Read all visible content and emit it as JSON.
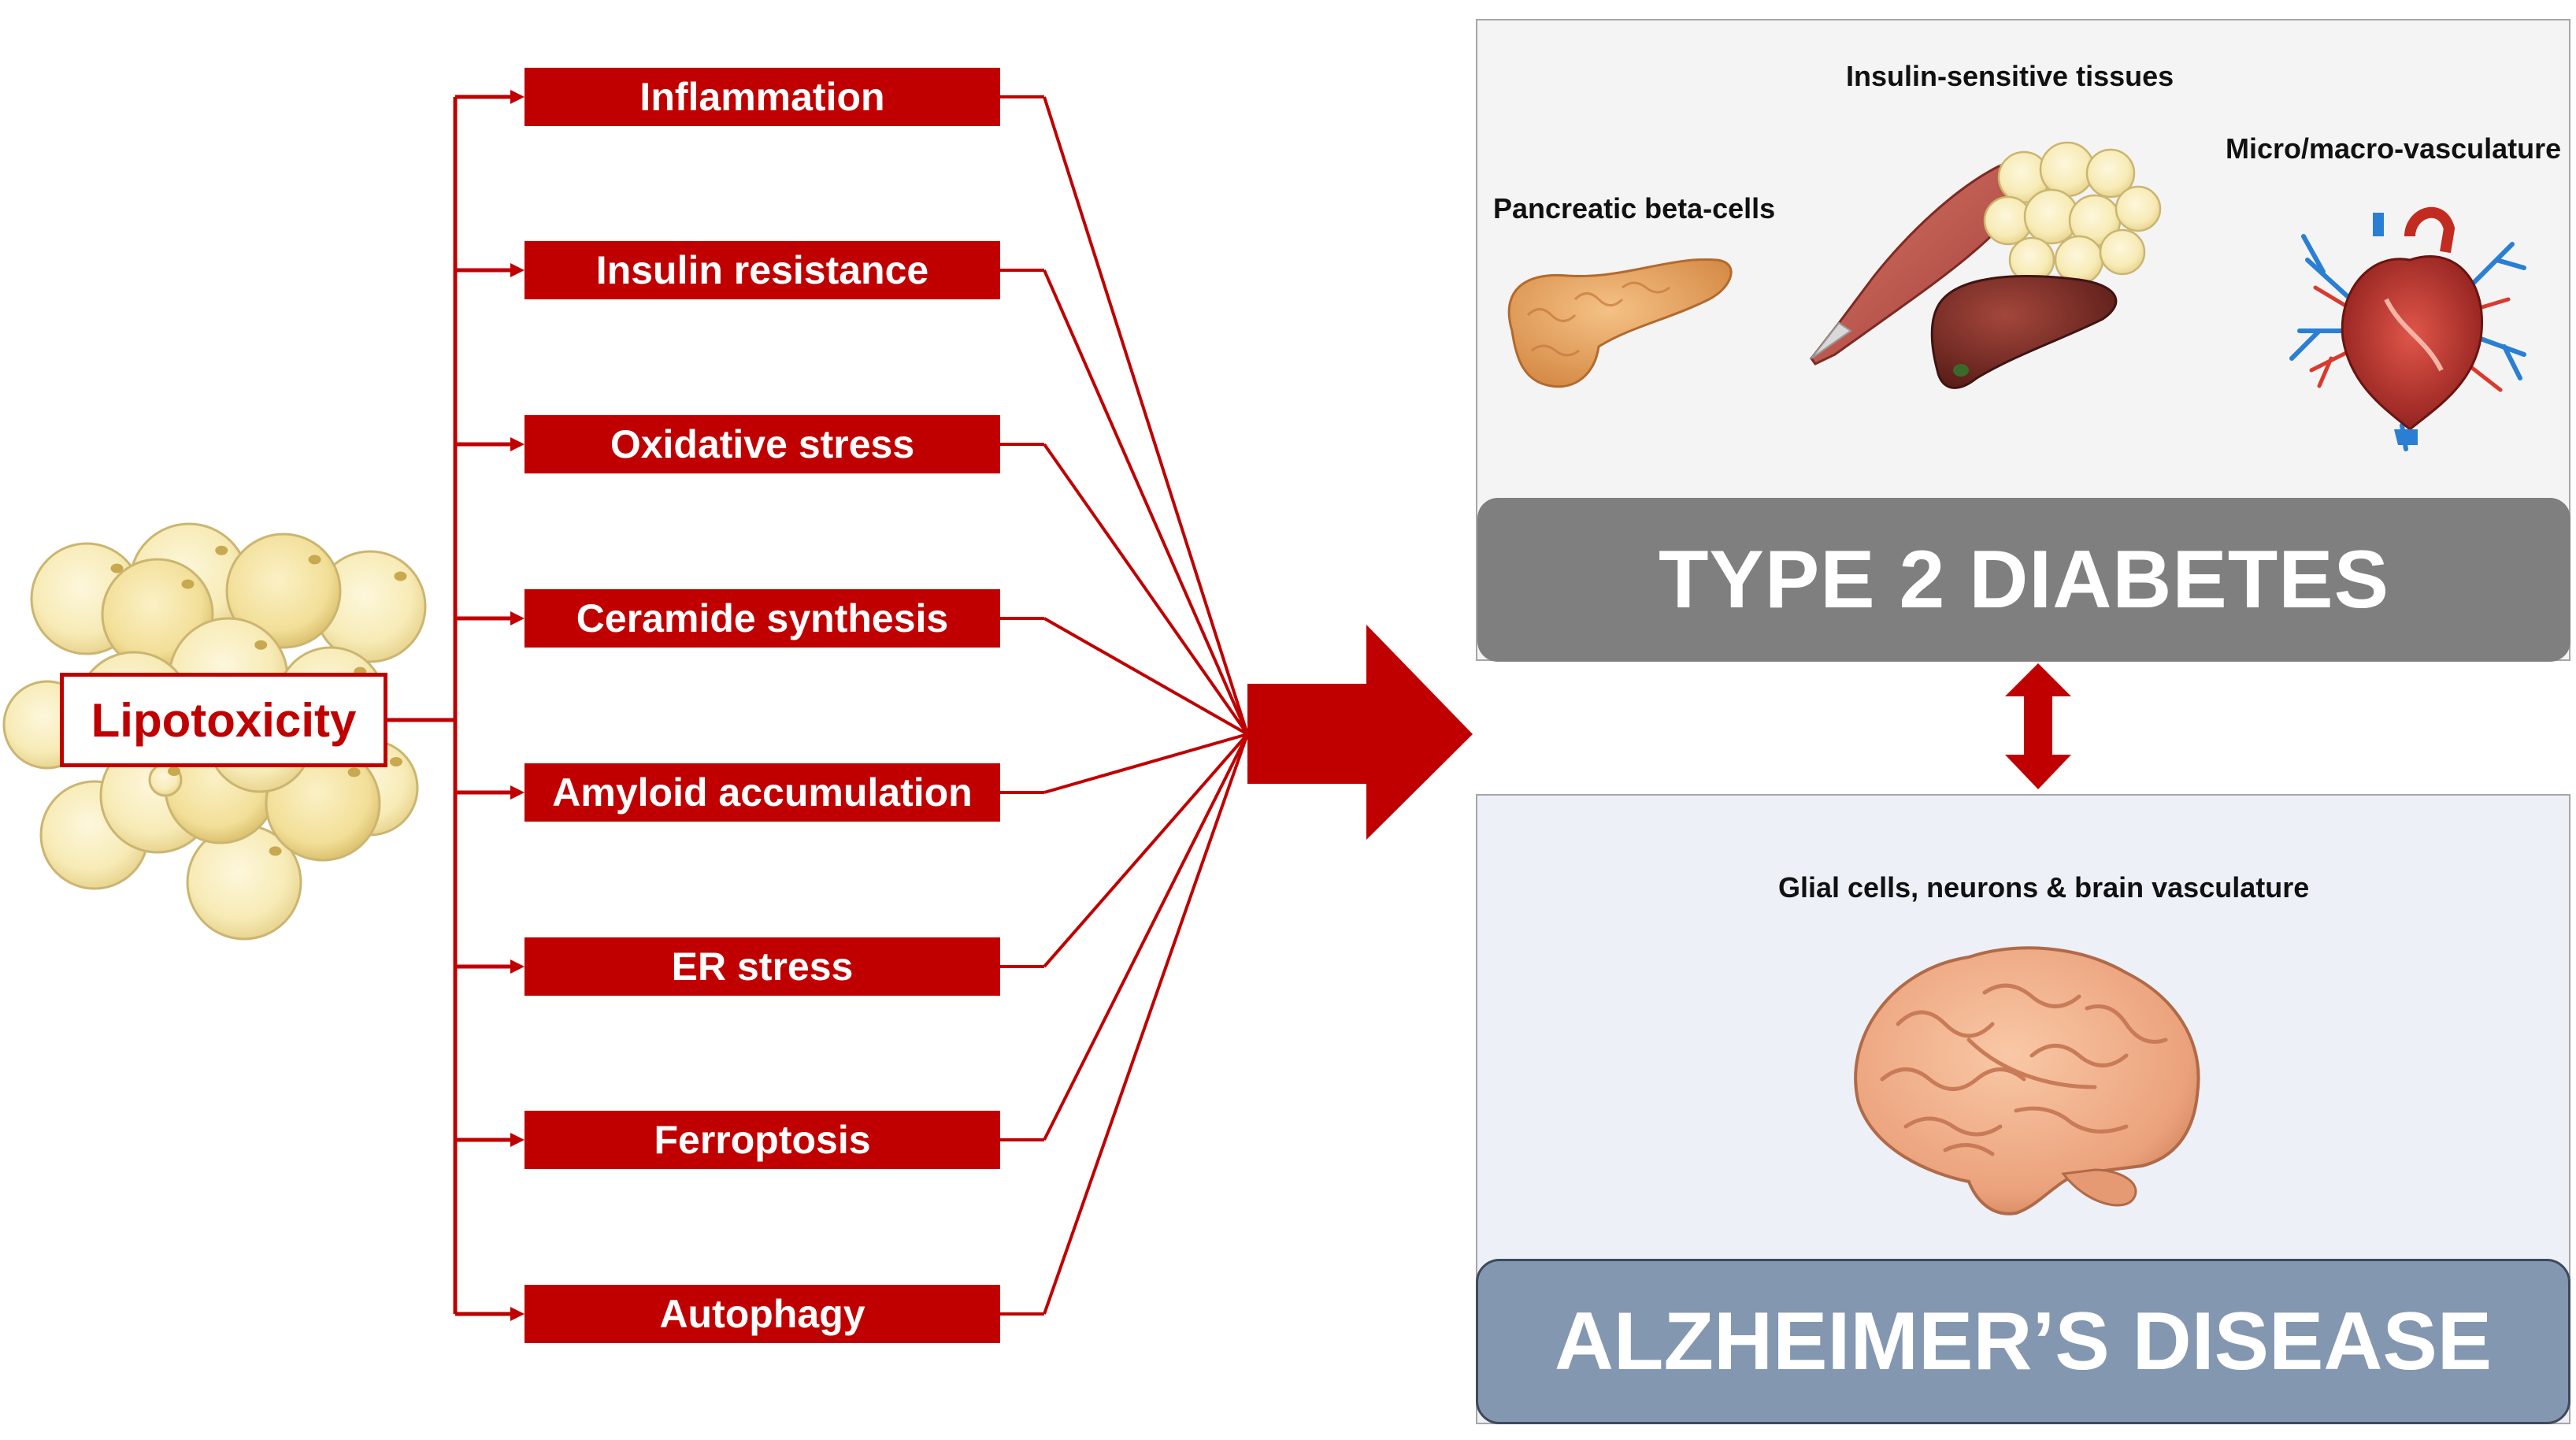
{
  "source": {
    "label": "Lipotoxicity"
  },
  "mechanisms": [
    "Inflammation",
    "Insulin resistance",
    "Oxidative stress",
    "Ceramide synthesis",
    "Amyloid accumulation",
    "ER stress",
    "Ferroptosis",
    "Autophagy"
  ],
  "type2_diabetes": {
    "title": "TYPE 2 DIABETES",
    "tissue_labels": {
      "pancreas": "Pancreatic beta-cells",
      "insulin_sensitive": "Insulin-sensitive tissues",
      "vasculature": "Micro/macro-vasculature"
    }
  },
  "alzheimers": {
    "title": "ALZHEIMER’S DISEASE",
    "tissue_label": "Glial cells, neurons & brain vasculature"
  },
  "colors": {
    "accent_red": "#c00000",
    "t2d_banner": "#7f7f7f",
    "ad_banner": "#8497b0",
    "t2d_panel": "#f4f4f4",
    "ad_panel": "#edf0f7"
  }
}
